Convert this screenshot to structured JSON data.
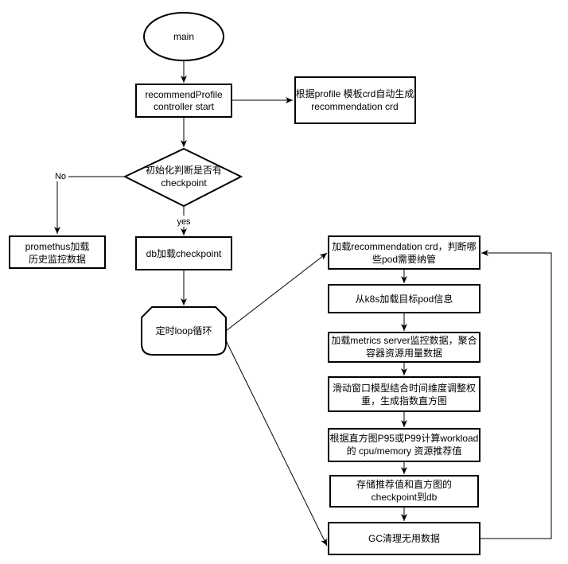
{
  "nodes": {
    "main": "main",
    "recommend_profile_l1": "recommendProfile",
    "recommend_profile_l2": "controller start",
    "auto_generate_l1": "根据profile 模板crd自动生成",
    "auto_generate_l2": "recommendation crd",
    "init_check_l1": "初始化判断是否有",
    "init_check_l2": "checkpoint",
    "prometheus_l1": "promethus加载",
    "prometheus_l2": "历史监控数据",
    "db_load": "db加载checkpoint",
    "loop": "定时loop循环",
    "load_crd_l1": "加载recommendation crd，判断哪",
    "load_crd_l2": "些pod需要纳管",
    "load_pod": "从k8s加载目标pod信息",
    "metrics_l1": "加载metrics server监控数据，聚合",
    "metrics_l2": "容器资源用量数据",
    "sliding_l1": "滑动窗口模型结合时间维度调整权",
    "sliding_l2": "重，生成指数直方图",
    "histogram_l1": "根据直方图P95或P99计算workload",
    "histogram_l2": "的 cpu/memory 资源推荐值",
    "store_l1": "存储推荐值和直方图的",
    "store_l2": "checkpoint到db",
    "gc": "GC清理无用数据"
  },
  "edges": {
    "no_label": "No",
    "yes_label": "yes"
  },
  "colors": {
    "stroke": "#000000",
    "fill": "#ffffff",
    "background": "#ffffff"
  }
}
